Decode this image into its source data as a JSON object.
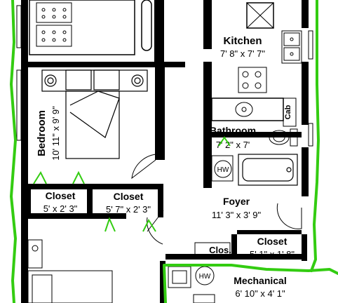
{
  "rooms": {
    "kitchen": {
      "name": "Kitchen",
      "dims": "7' 8\" x 7' 7\""
    },
    "bedroom": {
      "name": "Bedroom",
      "dims": "10' 11\" x 9' 9\""
    },
    "bathroom": {
      "name": "Bathroom",
      "dims": "7' 2\" x 7'"
    },
    "closet1": {
      "name": "Closet",
      "dims": "5' x 2' 3\""
    },
    "closet2": {
      "name": "Closet",
      "dims": "5' 7\" x 2' 3\""
    },
    "foyer": {
      "name": "Foyer",
      "dims": "11' 3\" x 3' 9\""
    },
    "closet3": {
      "name": "Closet",
      "dims": "5' 1\" x 1' 8\""
    },
    "clos": {
      "name": "Clos."
    },
    "mechanical": {
      "name": "Mechanical",
      "dims": "6' 10\" x 4' 1\""
    }
  },
  "fixtures": {
    "cab_label": "Cab",
    "hw_label": "HW"
  },
  "colors": {
    "wall": "#000000",
    "outline": "#33cc11"
  }
}
